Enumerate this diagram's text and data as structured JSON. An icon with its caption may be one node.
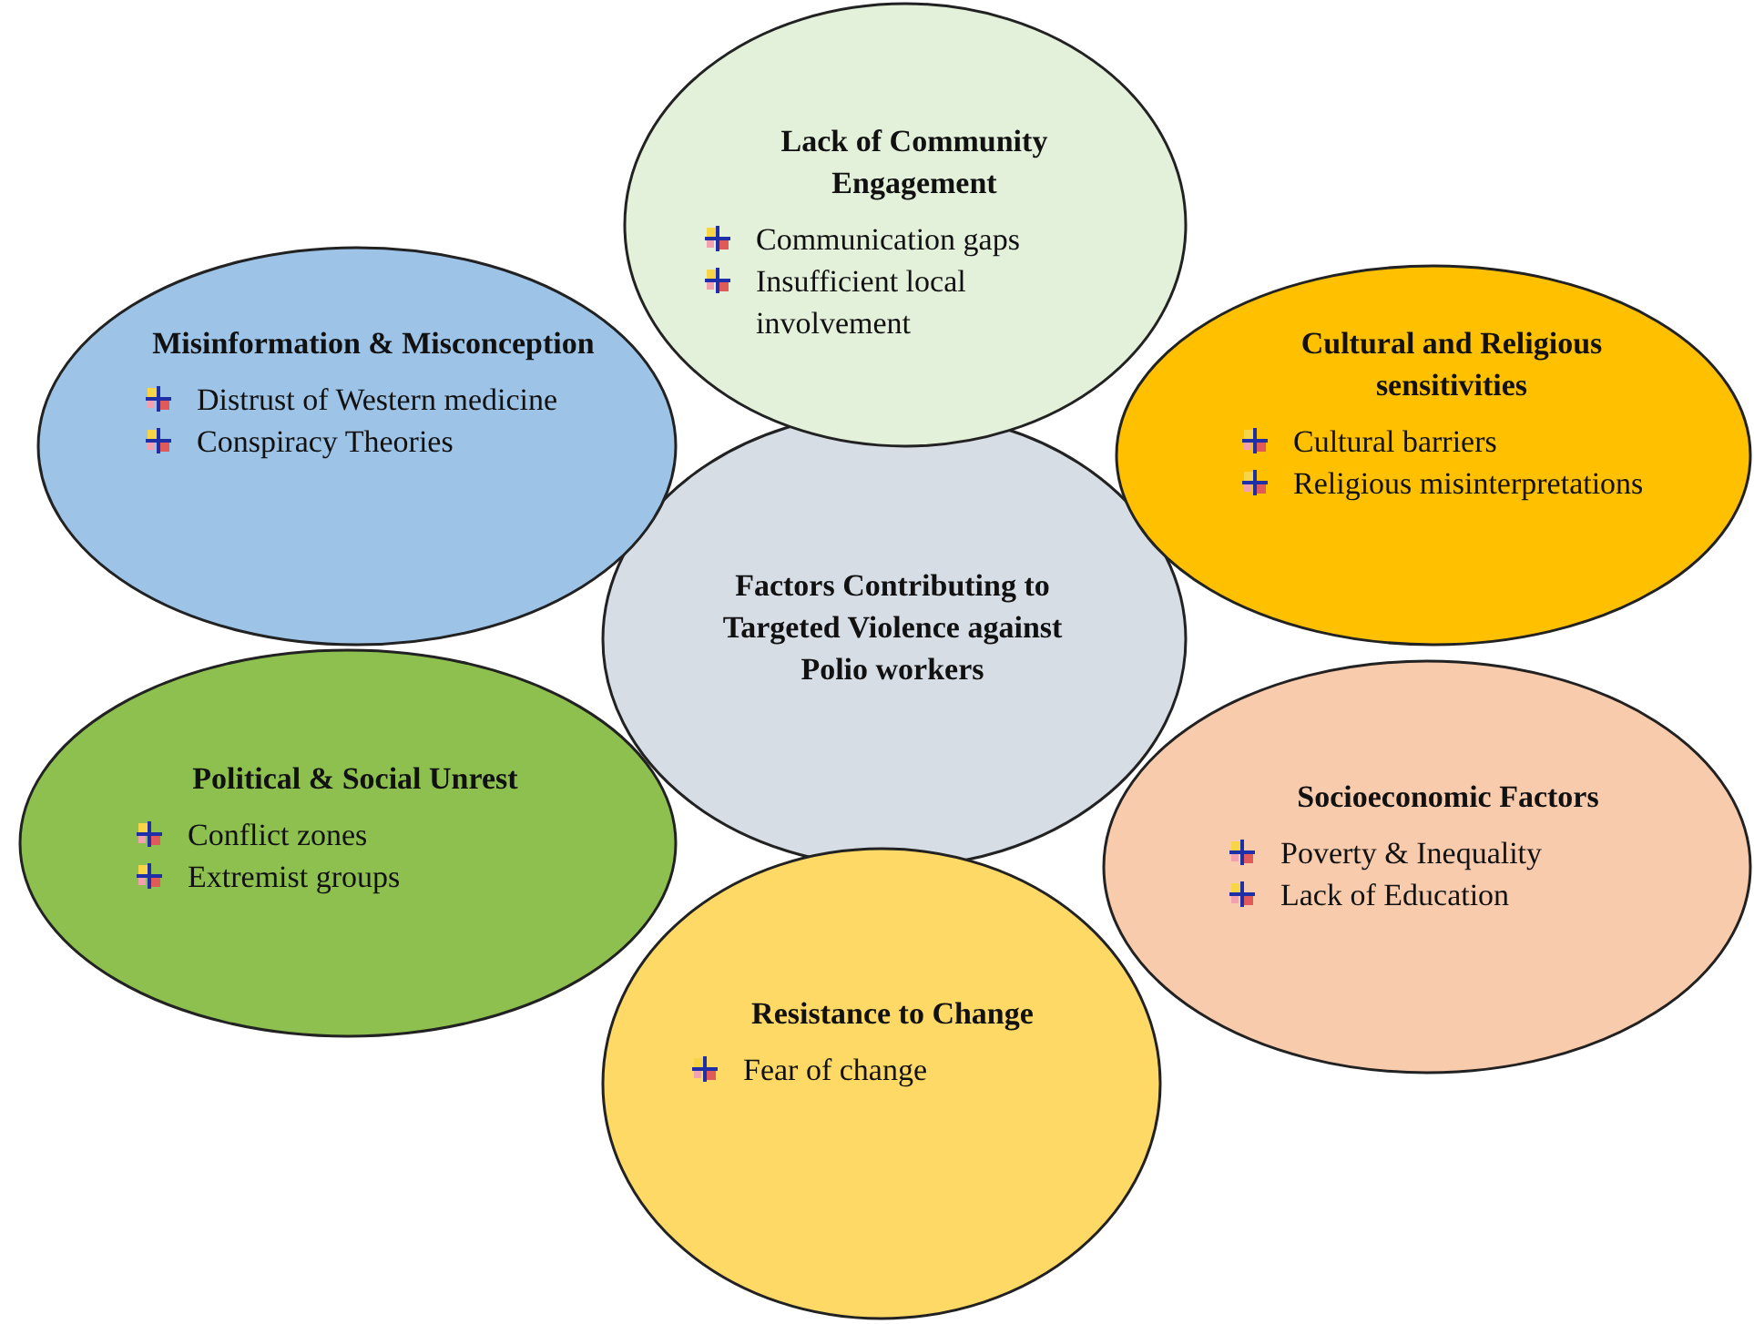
{
  "diagram": {
    "nodes": [
      {
        "text": [
          "Factors Contributing to Targeted Violence against Polio workers"
        ]
      },
      {
        "text": [
          "Lack of Community Engagement",
          "Communication gaps",
          "Insufficient local involvement"
        ]
      },
      {
        "text": [
          "Misinformation & Misconception",
          "Distrust of Western medicine",
          "Conspiracy Theories"
        ]
      },
      {
        "text": [
          "Cultural and Religious sensitivities",
          "Cultural barriers",
          "Religious misinterpretations"
        ]
      },
      {
        "text": [
          "Political & Social Unrest",
          "Conflict zones",
          "Extremist groups"
        ]
      },
      {
        "text": [
          "Socioeconomic Factors",
          "Poverty & Inequality",
          "Lack of Education"
        ]
      },
      {
        "text": [
          "Resistance to Change",
          "Fear of change"
        ]
      }
    ]
  }
}
